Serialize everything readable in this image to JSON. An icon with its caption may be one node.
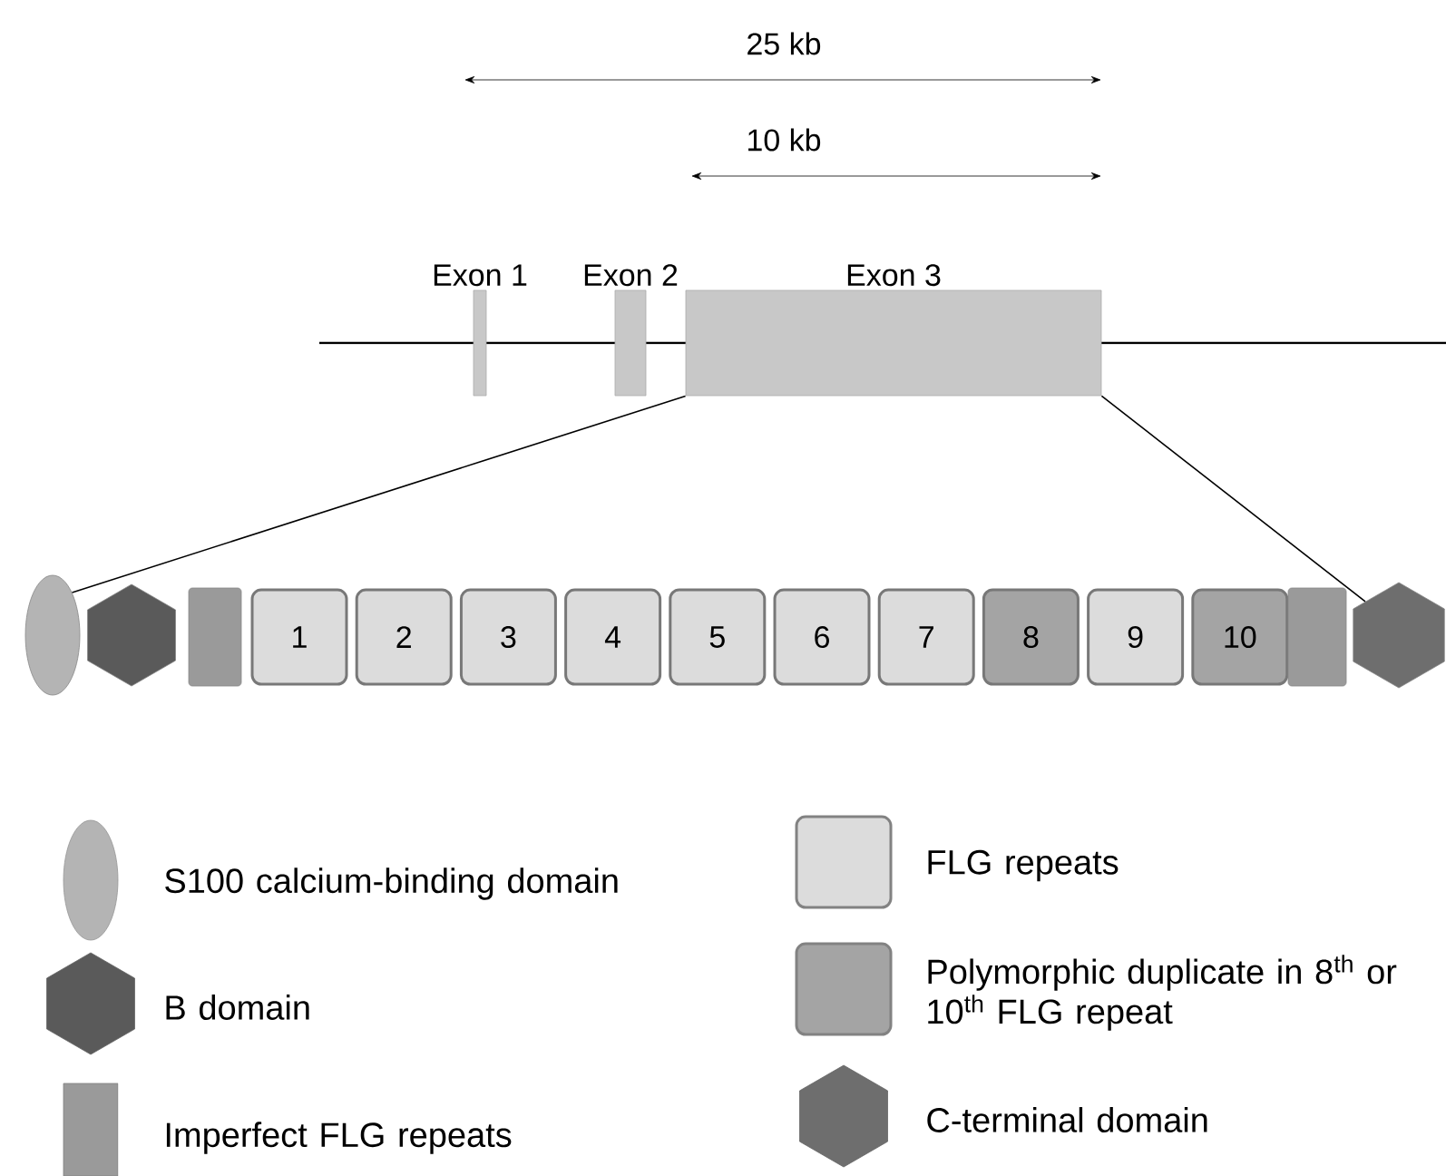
{
  "diagram": {
    "nodes": [
      {
        "text": [
          "Exon 1"
        ]
      },
      {
        "text": [
          "Exon 2"
        ]
      },
      {
        "text": [
          "Exon 3"
        ]
      },
      {
        "text": [],
        "shape": "ellipse"
      },
      {
        "text": [],
        "shape": "hexagon"
      },
      {
        "text": [],
        "shape": "bar"
      },
      {
        "text": [
          "1"
        ]
      },
      {
        "text": [
          "2"
        ]
      },
      {
        "text": [
          "3"
        ]
      },
      {
        "text": [
          "4"
        ]
      },
      {
        "text": [
          "5"
        ]
      },
      {
        "text": [
          "6"
        ]
      },
      {
        "text": [
          "7"
        ]
      },
      {
        "text": [
          "8"
        ]
      },
      {
        "text": [
          "9"
        ]
      },
      {
        "text": [
          "10"
        ]
      },
      {
        "text": [],
        "shape": "bar"
      },
      {
        "text": [],
        "shape": "hexagon"
      }
    ],
    "edges": [
      {
        "from": 2,
        "to": 3,
        "arrow": "none"
      },
      {
        "from": 2,
        "to": 17,
        "arrow": "none"
      }
    ],
    "labels": [
      "25 kb",
      "10 kb"
    ],
    "legend": [
      {
        "text": "S100 calcium-binding domain",
        "color": "#b4b4b4"
      },
      {
        "text": "B domain",
        "color": "#5a5a5a"
      },
      {
        "text": "Imperfect FLG repeats",
        "color": "#9a9a9a"
      },
      {
        "text": "FLG repeats",
        "color": "#dcdcdc"
      },
      {
        "text": "Polymorphic duplicate in 8$^{th}$ or 10$^{th}$ FLG repeat",
        "color": "#a4a4a4"
      },
      {
        "text": "C-terminal domain",
        "color": "#6e6e6e"
      }
    ]
  }
}
